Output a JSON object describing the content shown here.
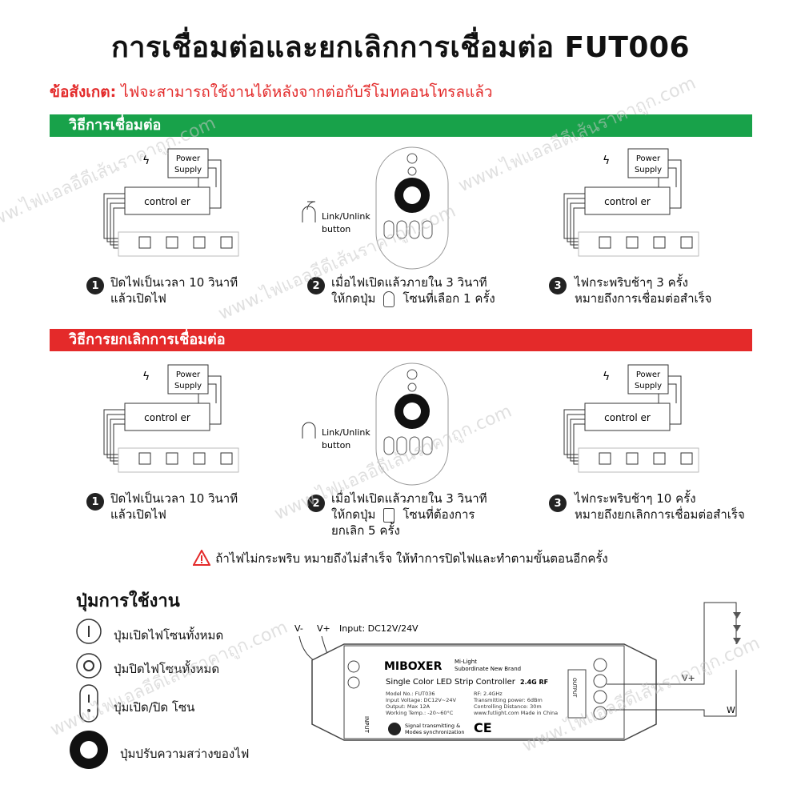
{
  "title": "การเชื่อมต่อและยกเลิกการเชื่อมต่อ FUT006",
  "note": {
    "label": "ข้อสังเกต:",
    "text": " ไฟจะสามารถใช้งานได้หลังจากต่อกับรีโมทคอนโทรลแล้ว"
  },
  "connect": {
    "heading": "วิธีการเชื่อมต่อ",
    "steps": [
      {
        "num": "1",
        "line1": "ปิดไฟเป็นเวลา 10 วินาที",
        "line2": "แล้วเปิดไฟ"
      },
      {
        "num": "2",
        "line1": "เมื่อไฟเปิดแล้วภายใน 3 วินาที",
        "line2a": "ให้กดปุ่ม",
        "line2b": "โซนที่เลือก 1 ครั้ง"
      },
      {
        "num": "3",
        "line1": "ไฟกระพริบช้าๆ 3 ครั้ง",
        "line2": "หมายถึงการเชื่อมต่อสำเร็จ"
      }
    ]
  },
  "disconnect": {
    "heading": "วิธีการยกเลิกการเชื่อมต่อ",
    "steps": [
      {
        "num": "1",
        "line1": "ปิดไฟเป็นเวลา 10 วินาที",
        "line2": "แล้วเปิดไฟ"
      },
      {
        "num": "2",
        "line1": "เมื่อไฟเปิดแล้วภายใน 3 วินาที",
        "line2a": "ให้กดปุ่ม",
        "line2b": "โซนที่ต้องการ",
        "line3": "ยกเลิก 5 ครั้ง"
      },
      {
        "num": "3",
        "line1": "ไฟกระพริบช้าๆ 10 ครั้ง",
        "line2": "หมายถึงยกเลิกการเชื่อมต่อสำเร็จ"
      }
    ]
  },
  "diagram": {
    "power1": "Power",
    "power2": "Supply",
    "controller": "control er",
    "link1": "Link/Unlink",
    "link2": "button"
  },
  "warning": "ถ้าไฟไม่กระพริบ หมายถึงไม่สำเร็จ ให้ทำการปิดไฟและทำตามขั้นตอนอีกครั้ง",
  "buttons_section": {
    "title": "ปุ่มการใช้งาน",
    "items": [
      "ปุ่มเปิดไฟโซนทั้งหมด",
      "ปุ่มปิดไฟโซนทั้งหมด",
      "ปุ่มเปิด/ปิด โซน",
      "ปุ่มปรับความสว่างของไฟ"
    ]
  },
  "controller_box": {
    "v_minus": "V-",
    "v_plus": "V+",
    "input": "Input: DC12V/24V",
    "brand": "MIBOXER",
    "brand_sub1": "Mi-Light",
    "brand_sub2": "Subordinate New Brand",
    "product": "Single Color LED Strip Controller",
    "rf": "2.4G RF",
    "specs_left": [
      "Model No.: FUT036",
      "Input Voltage: DC12V~24V",
      "Output: Max 12A",
      "Working Temp.: -20~60°C"
    ],
    "specs_right": [
      "RF: 2.4GHz",
      "Transmitting power: 6dBm",
      "Controlling Distance: 30m",
      "www.futlight.com  Made in China"
    ],
    "sync1": "Signal transmitting &",
    "sync2": "Modes synchronization",
    "input_side": "INPUT",
    "output_side": "OUTPUT",
    "out_vplus": "V+",
    "out_w": "W"
  },
  "watermark": "www.ไฟแอลอีดีเส้นราคาถูก.com",
  "colors": {
    "green": "#18a24a",
    "red": "#e42a2a",
    "note": "#e32b2b"
  }
}
